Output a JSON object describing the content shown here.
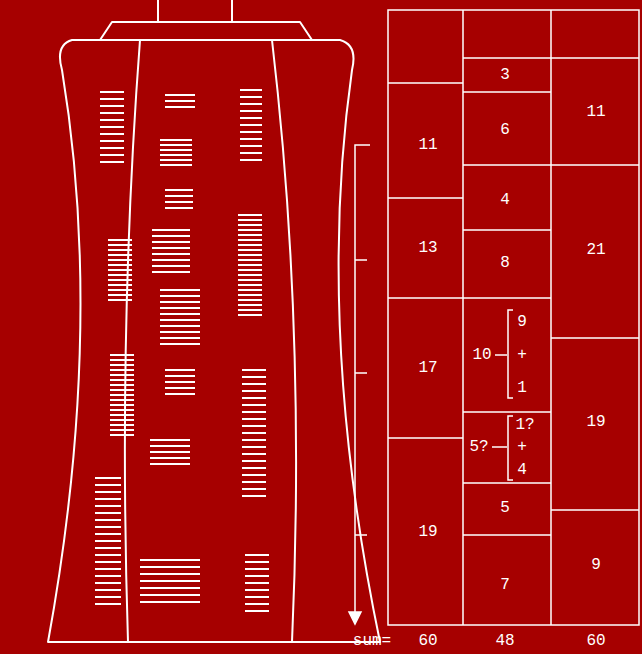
{
  "diagram": {
    "labels": [
      "3",
      "11",
      "6",
      "11",
      "4",
      "13",
      "21",
      "8",
      "9",
      "10",
      "+",
      "17",
      "1",
      "19",
      "1?",
      "5?",
      "+",
      "4",
      "5",
      "19",
      "9",
      "7",
      "sum=",
      "60",
      "48",
      "60"
    ]
  }
}
